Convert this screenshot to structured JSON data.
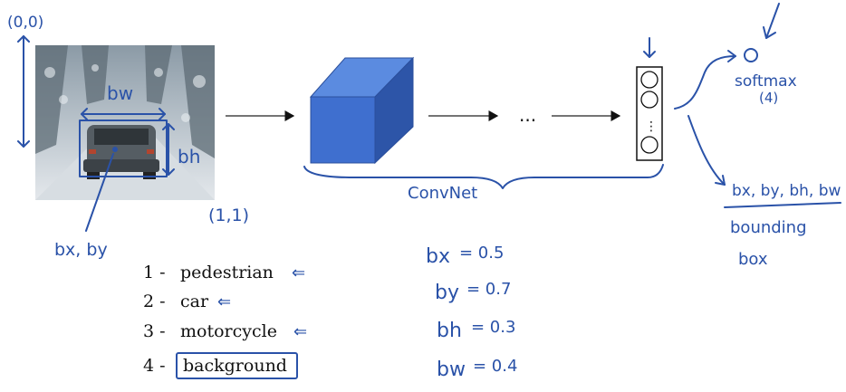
{
  "photo": {
    "origin_label": "(0,0)",
    "corner_label": "(1,1)",
    "width_label": "bw",
    "height_label": "bh",
    "center_label": "bx, by"
  },
  "network": {
    "ellipsis": "...",
    "convnet_label": "ConvNet",
    "output_dots": "⋮"
  },
  "outputs": {
    "softmax_label": "softmax",
    "softmax_count": "(4)",
    "box_params": "bx, by, bh, bw",
    "bounding_line1": "bounding",
    "bounding_line2": "box"
  },
  "classes": [
    {
      "num": "1 -",
      "name": "pedestrian",
      "arrow": "⇐"
    },
    {
      "num": "2 -",
      "name": "car",
      "arrow": "⇐"
    },
    {
      "num": "3 -",
      "name": "motorcycle",
      "arrow": "⇐"
    },
    {
      "num": "4 -",
      "name": "background",
      "arrow": ""
    }
  ],
  "values": [
    {
      "label": "bx",
      "value": "= 0.5"
    },
    {
      "label": "by",
      "value": "= 0.7"
    },
    {
      "label": "bh",
      "value": "= 0.3"
    },
    {
      "label": "bw",
      "value": "= 0.4"
    }
  ],
  "colors": {
    "ink": "#2a52a8",
    "cube_front": "#3f6fcf",
    "cube_top": "#5b8be0",
    "cube_side": "#2d55a8"
  }
}
